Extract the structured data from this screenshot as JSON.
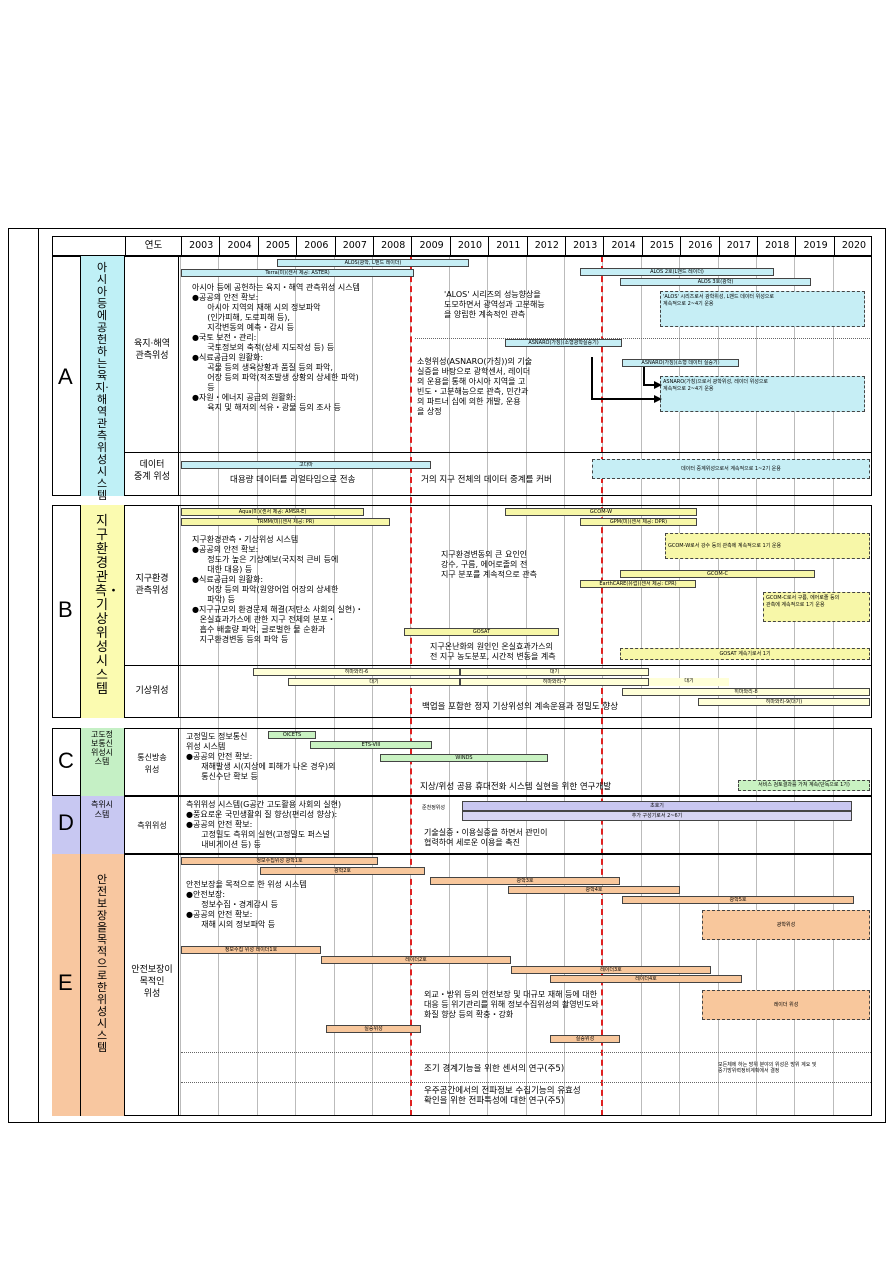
{
  "header": {
    "year_label": "연도",
    "years": [
      "2003",
      "2004",
      "2005",
      "2006",
      "2007",
      "2008",
      "2009",
      "2010",
      "2011",
      "2012",
      "2013",
      "2014",
      "2015",
      "2016",
      "2017",
      "2018",
      "2019",
      "2020"
    ]
  },
  "sections": {
    "A": {
      "letter": "A",
      "title": "아시아등에공헌하는육지·해역관측위성시스템",
      "cat1": "육지·해역\n관측위성",
      "cat2": "데이터\n중계 위성",
      "bars": {
        "alos": "ALOS(광학, L밴드 레이더)",
        "terra": "Terra(미)(센서 제공: ASTER)",
        "alos2": "ALOS 2호(L밴드 레이더)",
        "alos3": "ALOS 3호(광학)",
        "asnaro": "ASNARO(가칭)(소형광학실증기)",
        "asnaro_next": "ASNARO(가칭)(소형 데이터 실증기)",
        "kodama": "고다마"
      },
      "desc": "아시아 등에 공헌하는 육지・해역 관측위성 시스템\n●공공의 안전 확보:\n      아시아 지역의 재해 시의 정보파악\n      (인가피해, 도로피해 등),\n      지각변동의 예측・감시 등\n●국토 보전・관리:\n      국토정보의 축적(상세 지도작성 등) 등\n●식료공급의 원활화:\n      곡물 등의 생육상황과 품질 등의 파악,\n      어장 등의 파악(적조발생 상황의 상세한 파악)\n      등\n●자원・에너지 공급의 원활화:\n      육지 및 해저의 석유・광물 등의 조사 등",
      "note1": "'ALOS' 시리즈의 성능향상을\n도모하면서 광역성과 고분해능\n을 양립한 계속적인 관측",
      "note2": "소형위성(ASNARO(가칭))의 기술\n실증을 바탕으로 광학센서, 레이더\n의 운용을 통해 아시아 지역을 고\n빈도・고분해능으로 관측, 민간과\n의 파트너 십에 의한 개발, 운용\n을 상정",
      "box1": "'ALOS' 시리즈로서 광학위성, L밴드 데이터 위성으로\n계속적으로 2~4기 운용",
      "box2": "ASNARO(가칭)으로서 광학위성, 레이더 위성으로\n계속적으로 2~4기 운용",
      "relay_text": "대용량 데이터를 리얼타임으로 전송",
      "relay_text2": "거의 지구 전체의 데이터 중계를 커버",
      "relay_box": "데이터 중계위성으로서 계속적으로 1~2기 운용"
    },
    "B": {
      "letter": "B",
      "title": "지구환경관측・기상위성시스템",
      "cat1": "지구환경\n관측위성",
      "cat2": "기상위성",
      "bars": {
        "aqua": "Aqua(미)(센서 제공: AMSR-E)",
        "trmm": "TRMM(미)(센서 제공: PR)",
        "gcomw": "GCOM-W",
        "gpm": "GPM(미)(센서 제공: DPR)",
        "gcomc": "GCOM-C",
        "earthcare": "EarthCARE(유럽)(센서 제공: CPR)",
        "gosat": "GOSAT",
        "himawari6": "히마와리-6",
        "standby": "대기",
        "himawari7": "히마와리-7",
        "standby2": "대기",
        "standby3": "대기",
        "himawari8": "히마와리-8",
        "himawari9": "히마와리-9(대기)"
      },
      "desc": "지구환경관측・기상위성 시스템\n●공공의 안전 확보:\n      정도가 높은 기상예보(국지적 큰비 등에\n      대한 대응) 등\n●식료공급의 원활화:\n      어장 등의 파악(원양어업 어장의 상세한\n      파악) 등\n●지구규모의 환경문제 해결(저탄소 사회의 실현)・\n   온실효과가스에 관한 지구 전체의 분포・\n   흡수 배출량 파악, 글로벌한 물 순환과\n   지구환경변동 등의 파악 등",
      "note1": "지구환경변동의 큰 요인인\n강수, 구름, 에어로졸의 전\n지구 분포를 계속적으로 관측",
      "note2": "지구온난화의 원인인 온실효과가스의\n전 지구 농도분포, 시간적 변동을 계측",
      "box1": "GCOM-W로서 강수 등의 관측에 계속적으로 1기 운용",
      "box2": "GCOM-C로서 구름, 에어로졸 등의\n관측에 계속적으로 1기 운용",
      "box3": "GOSAT 계속기로서 1기",
      "weather_text": "백업을 포함한 정지 기상위성의 계속운용과 정밀도 향상"
    },
    "C": {
      "letter": "C",
      "title": "고도정보통신위성시스템",
      "cat": "통신방송\n위성",
      "bars": {
        "oicets": "OICETS",
        "ets8": "ETS-VIII",
        "winds": "WINDS"
      },
      "desc": "고정밀도 정보통신\n위성 시스템\n●공공의 안전 확보:\n      재해발생 시(지상에 피해가 나온 경우)의\n      통신수단 확보 등",
      "note": "지상/위성 공용 휴대전화 시스템 실현을 위한 연구개발",
      "box": "서비스 검토결과를 가져 계속(단독으로 1기)"
    },
    "D": {
      "letter": "D",
      "title": "측위시스템",
      "cat": "측위위성",
      "bars": {
        "zenith": "준천정위성",
        "first": "초호기",
        "additional": "추가 구성기로서 2~6기"
      },
      "desc": "측위위성 시스템(G공간 고도활용 사회의 실현)\n●풍요로운 국민생활의 질 향상(편리성 향상):\n●공공의 안전 확보:\n      고정밀도 측위의 실현(고정밀도 퍼스널\n      내비게이션 등) 등",
      "note": "기술실증・이용실증을 하면서 관민이\n협력하여 세로운 이용을 촉진"
    },
    "E": {
      "letter": "E",
      "title": "안전보장을목적으로한위성시스템",
      "cat": "안전보장이\n목적인\n위성",
      "bars": {
        "info1": "정보수집위성 광학1호",
        "opt2": "광학2호",
        "opt3": "광학3호",
        "opt4": "광학4호",
        "opt5": "광학5호",
        "radar1": "정보수집 위성 레이더1호",
        "radar2": "레이더2호",
        "radar3": "레이더3호",
        "radar4": "레이더4호",
        "demo1": "실증위성",
        "demo2": "실증위성"
      },
      "desc": "안전보장을 목적으로 한 위성 시스템\n●안전보장:\n      정보수집・경계감시 등\n●공공의 안전 확보:\n      재해 시의 정보파악 등",
      "box_opt": "광학위성",
      "box_radar": "레이더 위성",
      "note": "외교・방위 등의 안전보장 및 대규모 재해 등에 대한\n대응 등 위기관리를 위해 정보수집위성의 촬영빈도와\n화질 향상 등의 확충・강화",
      "research1": "조기 경계기능을 위한 센서의 연구(주5)",
      "research2": "우주공간에서의 전파정보 수집기능의 유효성\n확인을 위한 전파특성에 대한 연구(주5)",
      "research_box": "모든체에 하는 방위 분야의 위성은 방위 계요 및\n중기방위력정비계획에서 결정"
    }
  },
  "colors": {
    "A": "#bff0f6",
    "B": "#fbfbb0",
    "C": "#c5f0c5",
    "D": "#c8c8f2",
    "E": "#f8c7a0",
    "bar_cyan": "#c6eef5",
    "bar_yellow": "#f7f7a8",
    "bar_green": "#c9f2c2",
    "bar_purple": "#c9c7f0",
    "bar_orange": "#f8c79c",
    "bar_weather": "#ffffd8",
    "red": "#e02020"
  }
}
